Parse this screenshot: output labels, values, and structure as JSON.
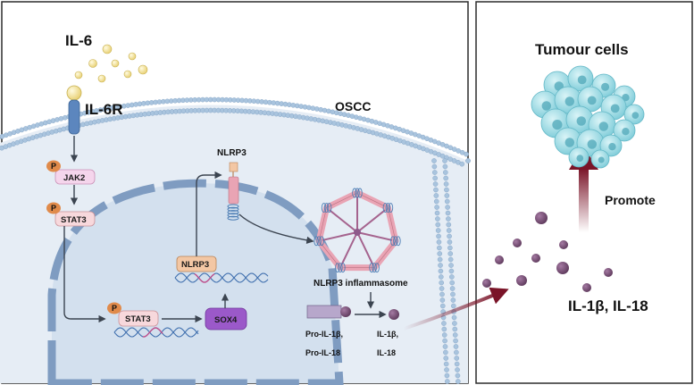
{
  "labels": {
    "il6": "IL-6",
    "il6r": "IL-6R",
    "oscc": "OSCC",
    "jak2": "JAK2",
    "stat3_top": "STAT3",
    "stat3_nuc": "STAT3",
    "sox4": "SOX4",
    "nlrp3_nuc": "NLRP3",
    "nlrp3_cyto": "NLRP3",
    "inflammasome": "NLRP3 inflammasome",
    "pro_il1b": "Pro-IL-1β,",
    "pro_il18": "Pro-IL-18",
    "il1b": "IL-1β,",
    "il18": "IL-18",
    "tumour_cells": "Tumour cells",
    "promote": "Promote",
    "il1b_il18": "IL-1β, IL-18",
    "p_jak2": "P",
    "p_stat3": "P",
    "p_stat3_nuc": "P"
  },
  "colors": {
    "cell_bg": "#eaf0f6",
    "nucleus": "#d4e2ef",
    "nucleus_border": "#8fa8c8",
    "membrane_head": "#a9c4de",
    "phospho": "#e08a4a",
    "jak2_fill": "#f5d5ec",
    "stat3_fill": "#f7d8dc",
    "sox4_fill": "#9b59c9",
    "nlrp3_fill": "#f3c7a4",
    "receptor": "#5c86be",
    "il6_ball": "#f3e39a",
    "cytokine": "#7a4d78",
    "arrow_dark": "#7a1428",
    "tumour": "#8fd6e0"
  },
  "icons": [
    "arrow-icon",
    "promote-arrow-icon",
    "phospho-icon",
    "dna-icon"
  ]
}
